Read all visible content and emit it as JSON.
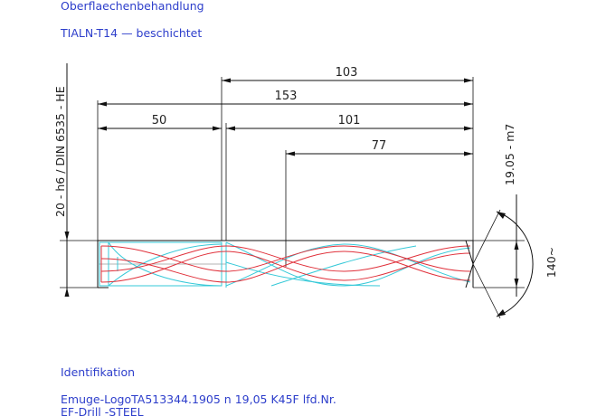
{
  "notes": {
    "surface_label": "Oberflaechenbehandlung",
    "coating": "TIALN-T14 — beschichtet",
    "ident_label": "Identifikation",
    "ident_line1": "Emuge-LogoTA513344.1905 n 19,05  K45F lfd.Nr.",
    "ident_line2": "EF-Drill  -STEEL"
  },
  "dimensions": {
    "d103": "103",
    "d153": "153",
    "d50": "50",
    "d101": "101",
    "d77": "77",
    "shank_dia": "20 - h6 / DIN 6535 - HE",
    "drill_dia": "19.05 - m7",
    "point_angle": "140~"
  },
  "colors": {
    "notes": "#2d3ecb",
    "dimension_lines": "#111111",
    "flute_edge": "#36c9d8",
    "cutting_edge": "#e0303a"
  }
}
